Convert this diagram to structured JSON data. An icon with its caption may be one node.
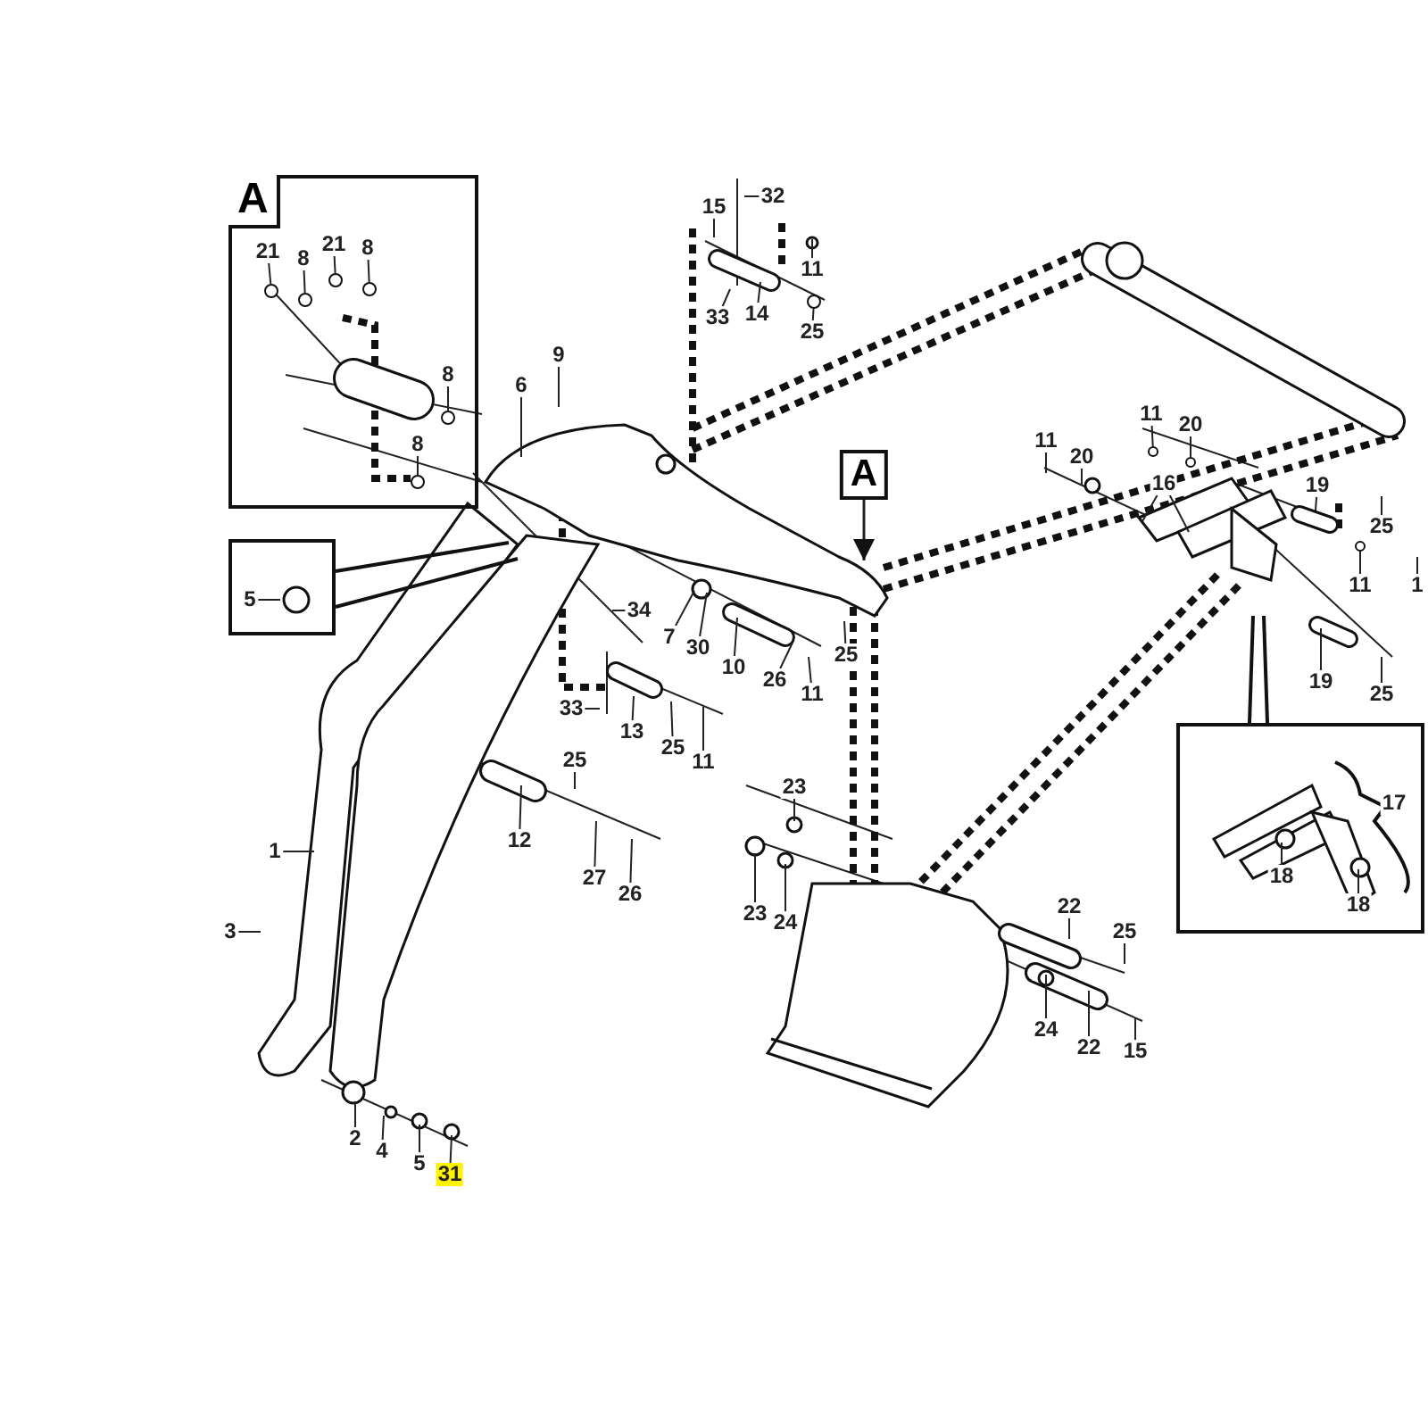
{
  "diagram": {
    "nodes": [
      {
        "text": [],
        "shape": "box"
      },
      {
        "text": [
          "21"
        ],
        "in": 0
      },
      {
        "text": [
          "8"
        ],
        "in": 0
      },
      {
        "text": [
          "21"
        ],
        "in": 0
      },
      {
        "text": [
          "8"
        ],
        "in": 0
      },
      {
        "text": [
          "8"
        ],
        "in": 0
      },
      {
        "text": [
          "8"
        ],
        "in": 0
      },
      {
        "text": [
          "32"
        ]
      },
      {
        "text": [
          "15"
        ]
      },
      {
        "text": [
          "11"
        ]
      },
      {
        "text": [
          "33"
        ]
      },
      {
        "text": [
          "14"
        ]
      },
      {
        "text": [
          "25"
        ]
      },
      {
        "text": [
          "9"
        ]
      },
      {
        "text": [
          "6"
        ]
      },
      {
        "text": [
          "11"
        ]
      },
      {
        "text": [
          "20"
        ]
      },
      {
        "text": [
          "11"
        ]
      },
      {
        "text": [
          "20"
        ]
      },
      {
        "text": [
          "A"
        ]
      },
      {
        "text": [
          "16"
        ]
      },
      {
        "text": [
          "19"
        ]
      },
      {
        "text": [
          "25"
        ]
      },
      {
        "text": [],
        "shape": "box"
      },
      {
        "text": [
          "5"
        ],
        "in": 23
      },
      {
        "text": [
          "11"
        ]
      },
      {
        "text": [
          "1"
        ]
      },
      {
        "text": [
          "34"
        ]
      },
      {
        "text": [
          "7"
        ]
      },
      {
        "text": [
          "30"
        ]
      },
      {
        "text": [
          "10"
        ]
      },
      {
        "text": [
          "26"
        ]
      },
      {
        "text": [
          "11"
        ]
      },
      {
        "text": [
          "25"
        ]
      },
      {
        "text": [
          "19"
        ]
      },
      {
        "text": [
          "25"
        ]
      },
      {
        "text": [
          "33"
        ]
      },
      {
        "text": [
          "13"
        ]
      },
      {
        "text": [
          "25"
        ]
      },
      {
        "text": [
          "11"
        ]
      },
      {
        "text": [],
        "shape": "box"
      },
      {
        "text": [
          "17"
        ],
        "in": 40
      },
      {
        "text": [
          "18"
        ],
        "in": 40
      },
      {
        "text": [
          "18"
        ],
        "in": 40
      },
      {
        "text": [
          "25"
        ]
      },
      {
        "text": [
          "23"
        ]
      },
      {
        "text": [
          "12"
        ]
      },
      {
        "text": [
          "1"
        ]
      },
      {
        "text": [
          "27"
        ]
      },
      {
        "text": [
          "26"
        ]
      },
      {
        "text": [
          "22"
        ]
      },
      {
        "text": [
          "23"
        ]
      },
      {
        "text": [
          "24"
        ]
      },
      {
        "text": [
          "3"
        ]
      },
      {
        "text": [
          "25"
        ]
      },
      {
        "text": [
          "24"
        ]
      },
      {
        "text": [
          "22"
        ]
      },
      {
        "text": [
          "15"
        ]
      },
      {
        "text": [
          "2"
        ]
      },
      {
        "text": [
          "4"
        ]
      },
      {
        "text": [
          "5"
        ]
      },
      {
        "text": [
          "31"
        ]
      },
      {
        "text": [],
        "shape": "circle",
        "in": 0
      },
      {
        "text": [],
        "shape": "circle",
        "in": 0
      },
      {
        "text": [],
        "shape": "circle"
      },
      {
        "text": [],
        "shape": "circle"
      },
      {
        "text": [],
        "shape": "circle"
      },
      {
        "text": [],
        "shape": "circle"
      },
      {
        "text": [
          "A"
        ],
        "in": 0
      },
      {
        "text": [],
        "shape": "circle",
        "in": 0
      },
      {
        "text": [],
        "shape": "circle",
        "in": 0
      },
      {
        "text": [],
        "shape": "circle",
        "in": 0
      },
      {
        "text": [],
        "shape": "circle",
        "in": 0
      }
    ],
    "edges": [
      {
        "from": 1,
        "to": 69,
        "arrow": "none"
      },
      {
        "from": 2,
        "to": 70,
        "arrow": "none"
      },
      {
        "from": 3,
        "to": 62,
        "arrow": "none"
      },
      {
        "from": 4,
        "to": 71,
        "arrow": "none"
      },
      {
        "from": 5,
        "to": 63,
        "arrow": "none"
      },
      {
        "from": 6,
        "to": 72,
        "arrow": "none"
      },
      {
        "from": 7,
        "to": null,
        "arrow": "none"
      },
      {
        "from": 8,
        "to": null,
        "arrow": "none"
      },
      {
        "from": 9,
        "to": null,
        "arrow": "none"
      },
      {
        "from": 10,
        "to": null,
        "arrow": "none"
      },
      {
        "from": 11,
        "to": null,
        "arrow": "none"
      },
      {
        "from": 12,
        "to": 64,
        "arrow": "none"
      },
      {
        "from": 13,
        "to": null,
        "arrow": "none"
      },
      {
        "from": 14,
        "to": null,
        "arrow": "none"
      },
      {
        "from": 15,
        "to": 65,
        "arrow": "none"
      },
      {
        "from": 16,
        "to": 66,
        "arrow": "none"
      },
      {
        "from": 17,
        "to": null,
        "arrow": "none"
      },
      {
        "from": 18,
        "to": null,
        "arrow": "none"
      },
      {
        "from": 19,
        "to": null,
        "arrow": "to"
      },
      {
        "from": 20,
        "to": null,
        "arrow": "none"
      },
      {
        "from": 20,
        "to": null,
        "arrow": "none"
      },
      {
        "from": 21,
        "to": null,
        "arrow": "none"
      },
      {
        "from": 22,
        "to": null,
        "arrow": "none"
      },
      {
        "from": 24,
        "to": null,
        "arrow": "none"
      },
      {
        "from": 25,
        "to": 67,
        "arrow": "none"
      },
      {
        "from": 26,
        "to": null,
        "arrow": "none"
      },
      {
        "from": 27,
        "to": null,
        "arrow": "none"
      },
      {
        "from": 28,
        "to": null,
        "arrow": "none"
      },
      {
        "from": 29,
        "to": null,
        "arrow": "none"
      },
      {
        "from": 30,
        "to": null,
        "arrow": "none"
      },
      {
        "from": 31,
        "to": null,
        "arrow": "none"
      },
      {
        "from": 32,
        "to": null,
        "arrow": "none"
      },
      {
        "from": 33,
        "to": null,
        "arrow": "none"
      },
      {
        "from": 34,
        "to": null,
        "arrow": "none"
      },
      {
        "from": 35,
        "to": null,
        "arrow": "none"
      },
      {
        "from": 36,
        "to": null,
        "arrow": "none"
      },
      {
        "from": 37,
        "to": null,
        "arrow": "none"
      },
      {
        "from": 38,
        "to": null,
        "arrow": "none"
      },
      {
        "from": 39,
        "to": null,
        "arrow": "none"
      },
      {
        "from": 42,
        "to": null,
        "arrow": "none"
      },
      {
        "from": 43,
        "to": null,
        "arrow": "none"
      },
      {
        "from": 44,
        "to": null,
        "arrow": "none"
      },
      {
        "from": 45,
        "to": null,
        "arrow": "none"
      },
      {
        "from": 46,
        "to": null,
        "arrow": "none"
      },
      {
        "from": 47,
        "to": null,
        "arrow": "none"
      },
      {
        "from": 48,
        "to": null,
        "arrow": "none"
      },
      {
        "from": 49,
        "to": null,
        "arrow": "none"
      },
      {
        "from": 50,
        "to": null,
        "arrow": "none"
      },
      {
        "from": 51,
        "to": null,
        "arrow": "none"
      },
      {
        "from": 52,
        "to": null,
        "arrow": "none"
      },
      {
        "from": 53,
        "to": null,
        "arrow": "none"
      },
      {
        "from": 54,
        "to": null,
        "arrow": "none"
      },
      {
        "from": 55,
        "to": null,
        "arrow": "none"
      },
      {
        "from": 56,
        "to": null,
        "arrow": "none"
      },
      {
        "from": 57,
        "to": null,
        "arrow": "none"
      },
      {
        "from": 58,
        "to": null,
        "arrow": "none"
      },
      {
        "from": 59,
        "to": null,
        "arrow": "none"
      },
      {
        "from": 60,
        "to": null,
        "arrow": "none"
      },
      {
        "from": 61,
        "to": null,
        "arrow": "none"
      }
    ]
  }
}
